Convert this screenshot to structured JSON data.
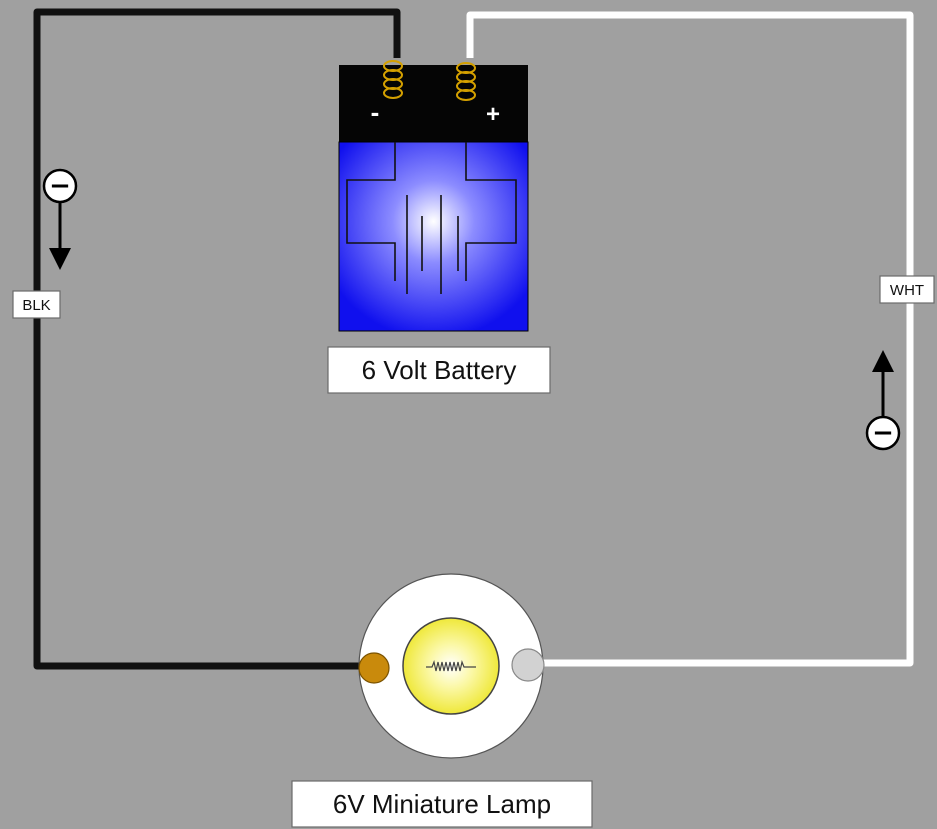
{
  "battery": {
    "label": "6 Volt Battery",
    "negative_symbol": "-",
    "positive_symbol": "+"
  },
  "lamp": {
    "label": "6V Miniature Lamp"
  },
  "wires": {
    "black_label": "BLK",
    "white_label": "WHT"
  },
  "electron_indicators": {
    "left_symbol": "−",
    "right_symbol": "−"
  },
  "colors": {
    "background": "#a0a0a0",
    "black_wire": "#111111",
    "white_wire": "#ffffff",
    "battery_blue": "#1818f0",
    "lamp_glow": "#f4f04a",
    "terminal_brass": "#c98a0c",
    "spring_gold": "#d4a000"
  }
}
